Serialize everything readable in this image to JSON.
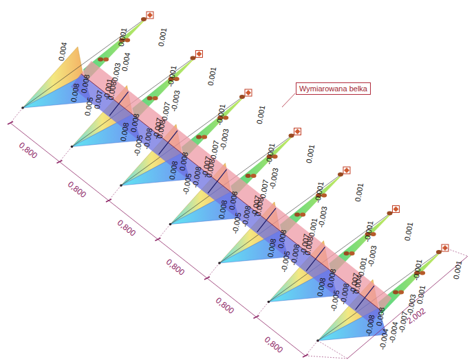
{
  "diagram": {
    "nodes": [
      {
        "text": [
          "Wymiarowana belka"
        ]
      }
    ],
    "labels": [
      "0.004",
      "0.008",
      "0.008",
      "0.005",
      "0.007",
      "-0.001",
      "0.003",
      "0.004",
      "0.001",
      "0.001",
      "0.008",
      "0.008",
      "0.008",
      "-0.005",
      "-0.008",
      "-0.007",
      "0.007",
      "-0.003",
      "-0.001",
      "0.001",
      "0.008",
      "0.008",
      "0.008",
      "-0.005",
      "-0.008",
      "-0.007",
      "0.007",
      "-0.003",
      "-0.001",
      "0.001",
      "0.008",
      "0.008",
      "0.008",
      "-0.005",
      "-0.008",
      "-0.007",
      "0.007",
      "-0.003",
      "-0.001",
      "0.001",
      "0.008",
      "0.008",
      "0.008",
      "-0.005",
      "-0.008",
      "-0.007",
      "0.001",
      "-0.003",
      "-0.001",
      "0.001",
      "0.008",
      "0.008",
      "0.008",
      "-0.005",
      "-0.008",
      "-0.007",
      "0.001",
      "-0.003",
      "-0.001",
      "0.001",
      "0.004",
      "-0.008",
      "0.008",
      "-0.004",
      "-0.004",
      "-0.007",
      "-0.003",
      "0.001",
      "-0.001",
      "0.001",
      "0,800",
      "0,800",
      "0,800",
      "0,800",
      "0,800",
      "0,800",
      "2,002"
    ]
  }
}
